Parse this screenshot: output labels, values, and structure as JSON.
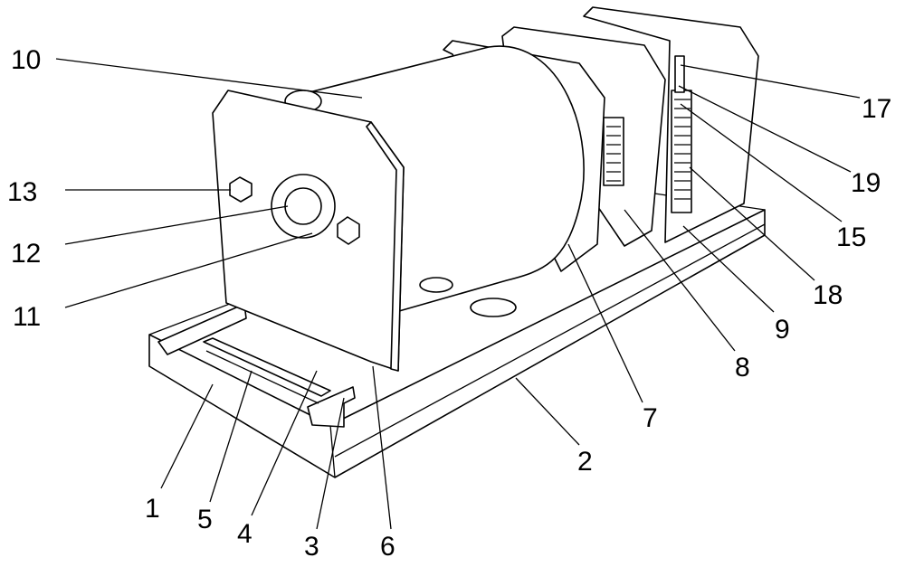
{
  "figure": {
    "labels": [
      {
        "id": "10",
        "text": "10"
      },
      {
        "id": "13",
        "text": "13"
      },
      {
        "id": "12",
        "text": "12"
      },
      {
        "id": "11",
        "text": "11"
      },
      {
        "id": "1",
        "text": "1"
      },
      {
        "id": "5",
        "text": "5"
      },
      {
        "id": "4",
        "text": "4"
      },
      {
        "id": "3",
        "text": "3"
      },
      {
        "id": "6",
        "text": "6"
      },
      {
        "id": "2",
        "text": "2"
      },
      {
        "id": "7",
        "text": "7"
      },
      {
        "id": "8",
        "text": "8"
      },
      {
        "id": "9",
        "text": "9"
      },
      {
        "id": "18",
        "text": "18"
      },
      {
        "id": "15",
        "text": "15"
      },
      {
        "id": "19",
        "text": "19"
      },
      {
        "id": "17",
        "text": "17"
      }
    ]
  }
}
